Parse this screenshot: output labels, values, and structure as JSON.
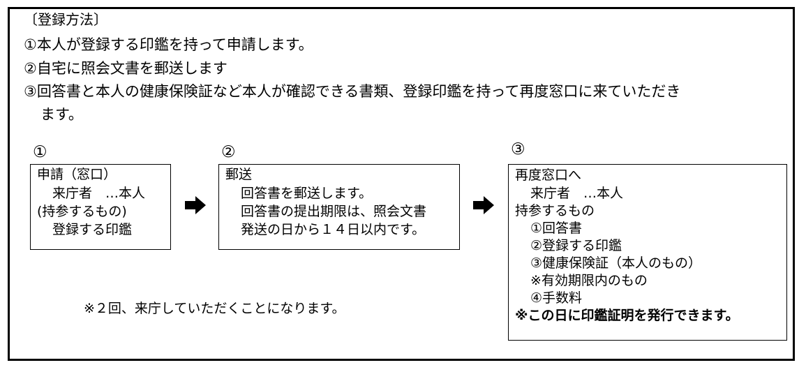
{
  "heading": "〔登録方法〕",
  "steps_text": {
    "step1": "①本人が登録する印鑑を持って申請します。",
    "step2": "②自宅に照会文書を郵送します",
    "step3_line1": "③回答書と本人の健康保険証など本人が確認できる書類、登録印鑑を持って再度窓口に来ていただき",
    "step3_line2": "ます。"
  },
  "flow": {
    "box1": {
      "number": "①",
      "lines": [
        "申請（窓口）",
        "来庁者　…本人",
        "(持参するもの)",
        "登録する印鑑"
      ]
    },
    "box2": {
      "number": "②",
      "lines": [
        "郵送",
        "回答書を郵送します。",
        "回答書の提出期限は、照会文書",
        "発送の日から１４日以内です。"
      ]
    },
    "box3": {
      "number": "③",
      "lines": [
        "再度窓口へ",
        "来庁者　…本人",
        "持参するもの",
        "①回答書",
        "②登録する印鑑",
        "③健康保険証（本人のもの）",
        "※有効期限内のもの",
        "④手数料",
        "※この日に印鑑証明を発行できます。"
      ]
    },
    "arrow_icon": "right-arrow-icon"
  },
  "note": "※２回、来庁していただくことになります。",
  "colors": {
    "text": "#000000",
    "border": "#000000",
    "background": "#ffffff"
  }
}
